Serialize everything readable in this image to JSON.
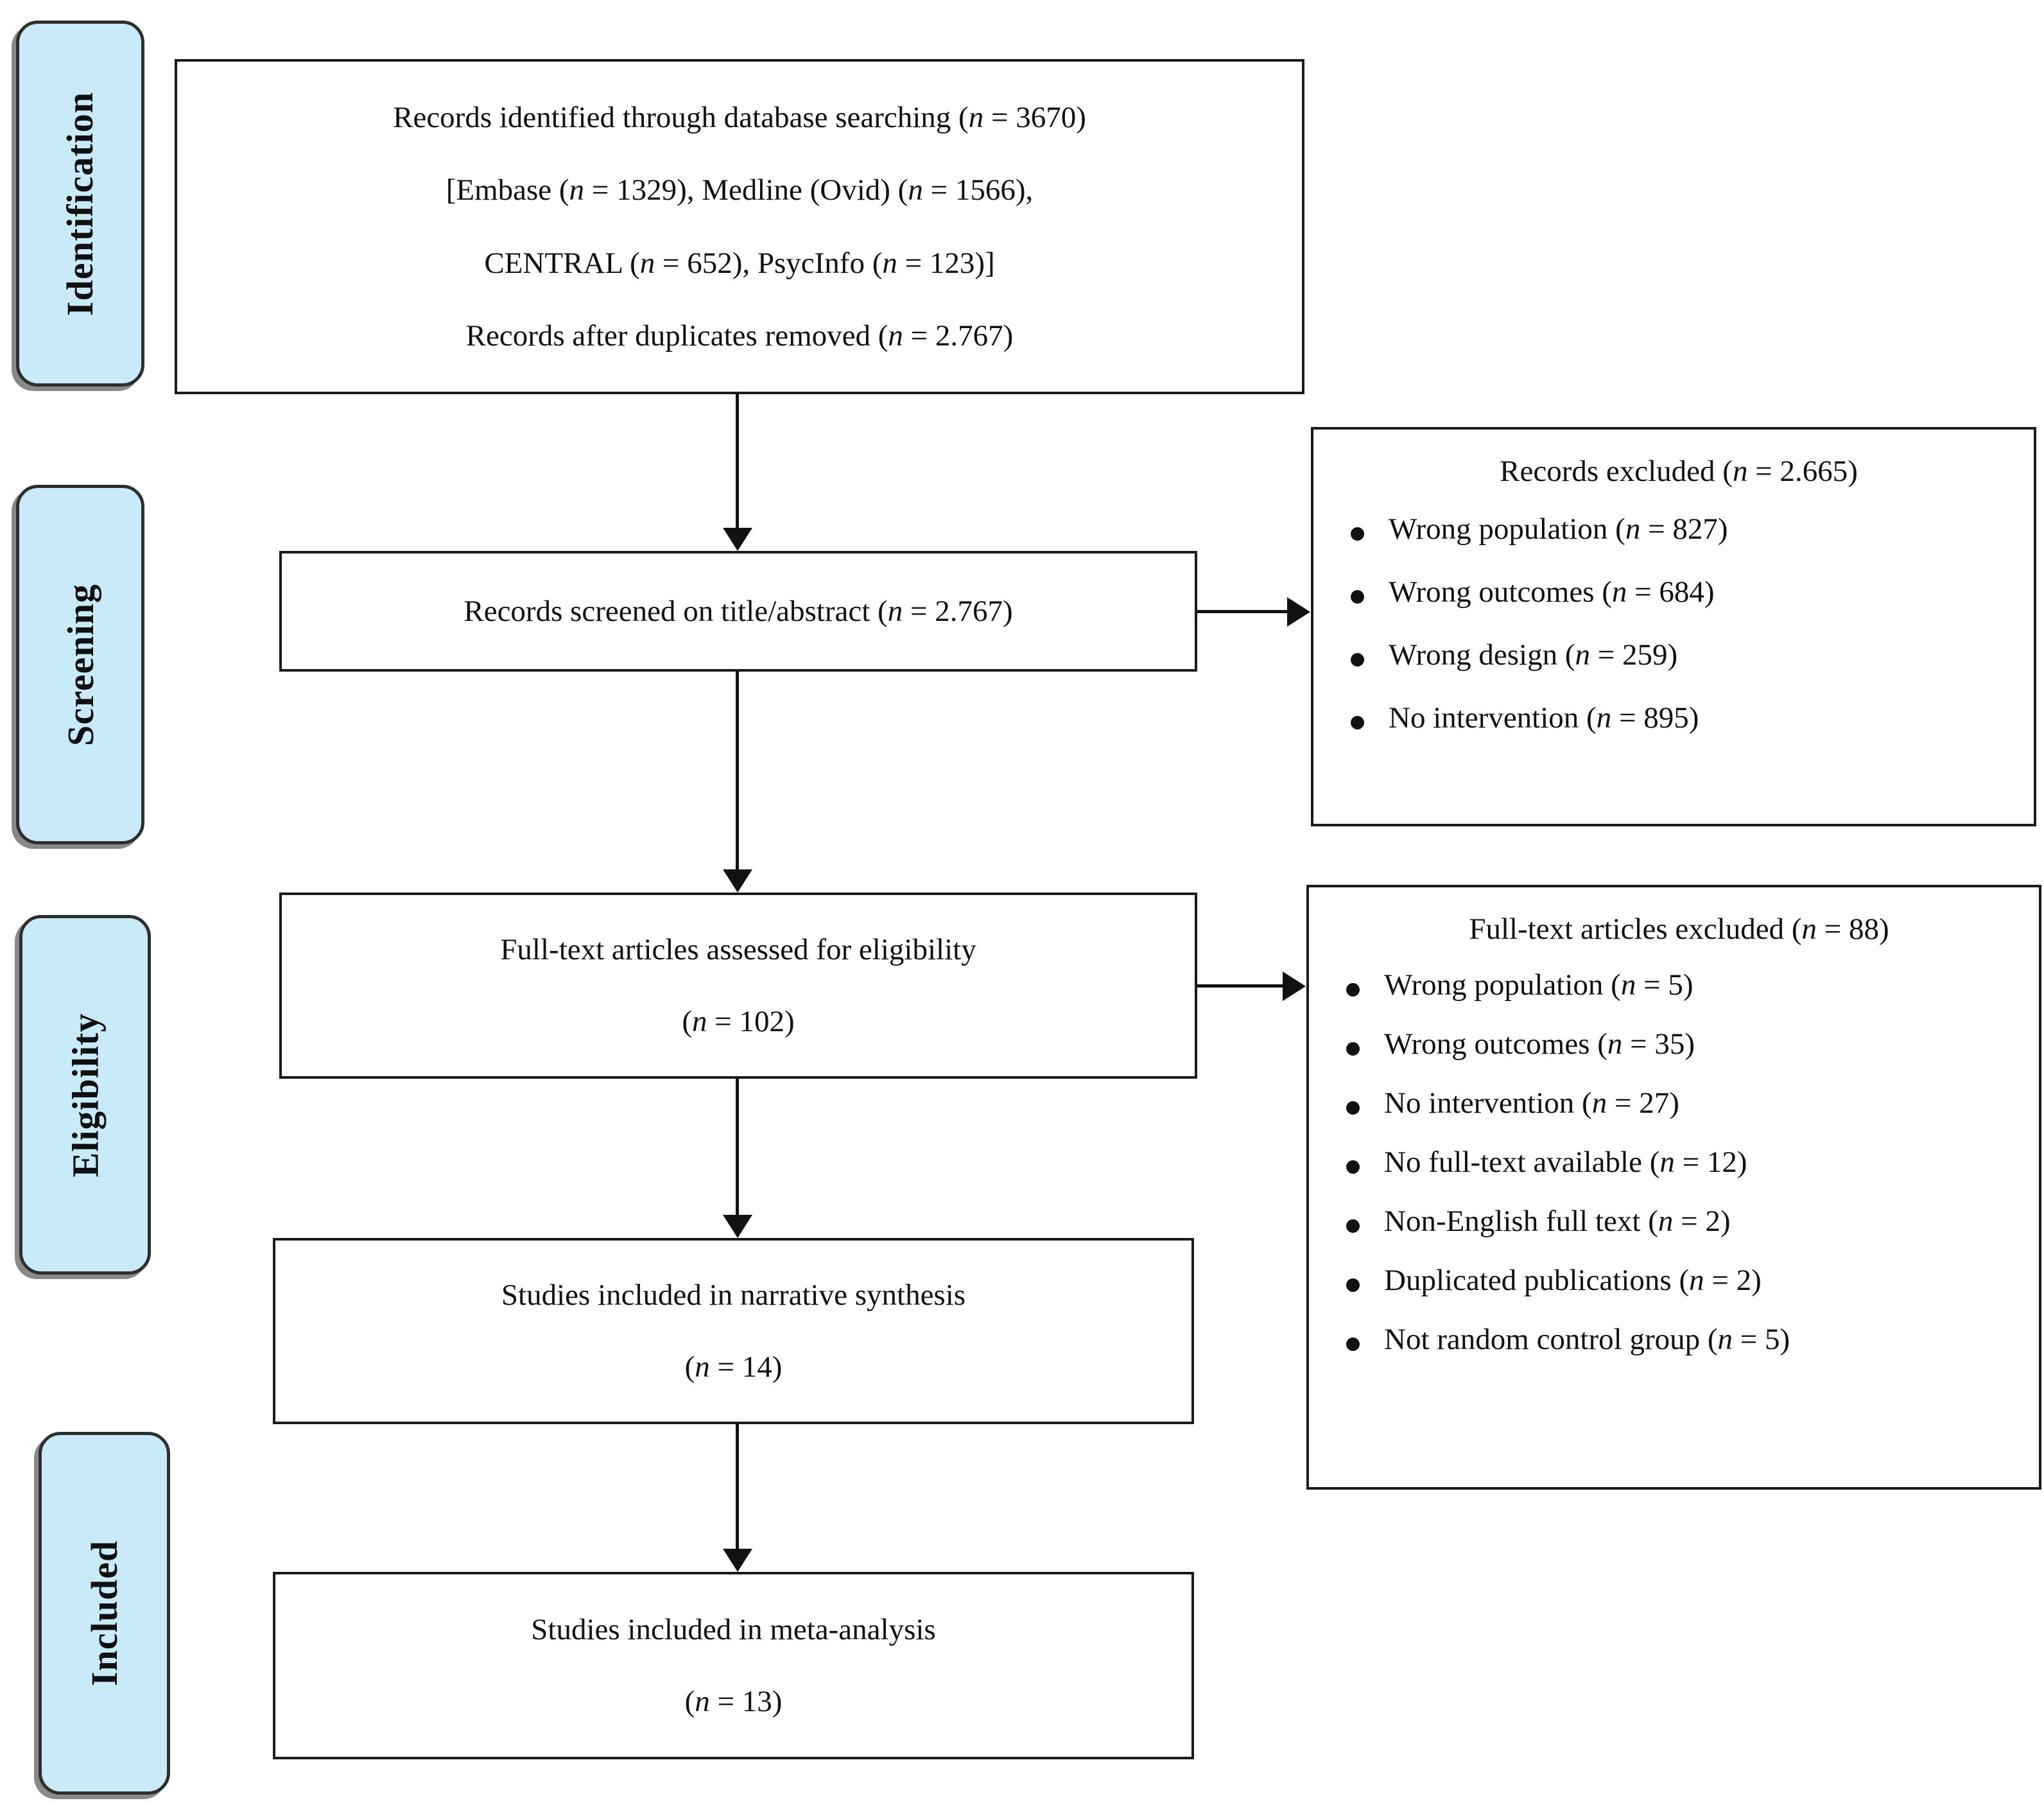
{
  "sidebar": {
    "stages": [
      {
        "label": "Identification"
      },
      {
        "label": "Screening"
      },
      {
        "label": "Eligibility"
      },
      {
        "label": "Included"
      }
    ]
  },
  "flow": {
    "identification_box": {
      "lines": [
        "Records identified through database searching (n = 3670)",
        "[Embase (n = 1329), Medline (Ovid) (n = 1566),",
        "CENTRAL (n = 652), PsycInfo (n = 123)]",
        "Records after duplicates removed (n = 2.767)"
      ]
    },
    "screening_box": {
      "line": "Records screened on title/abstract (n = 2.767)"
    },
    "eligibility_box": {
      "line1": "Full-text articles assessed for eligibility",
      "line2": "(n = 102)"
    },
    "narrative_box": {
      "line1": "Studies included in narrative synthesis",
      "line2": "(n = 14)"
    },
    "meta_box": {
      "line1": "Studies included in meta-analysis",
      "line2": "(n = 13)"
    }
  },
  "exclusions": {
    "records_excluded": {
      "title": "Records excluded (n = 2.665)",
      "items": [
        "Wrong population (n = 827)",
        "Wrong outcomes (n = 684)",
        "Wrong design (n = 259)",
        "No intervention (n = 895)"
      ]
    },
    "fulltext_excluded": {
      "title": "Full-text articles excluded (n = 88)",
      "items": [
        "Wrong population (n = 5)",
        "Wrong outcomes (n = 35)",
        "No intervention (n = 27)",
        "No full-text available (n = 12)",
        "Non-English full text (n = 2)",
        "Duplicated publications (n = 2)",
        "Not random control group (n = 5)"
      ]
    }
  },
  "colors": {
    "tab-fill": "#c9eaf8",
    "border-dark": "#2e2e2e",
    "box-border": "#1b1b1b",
    "arrow": "#111111",
    "text": "#111111"
  }
}
